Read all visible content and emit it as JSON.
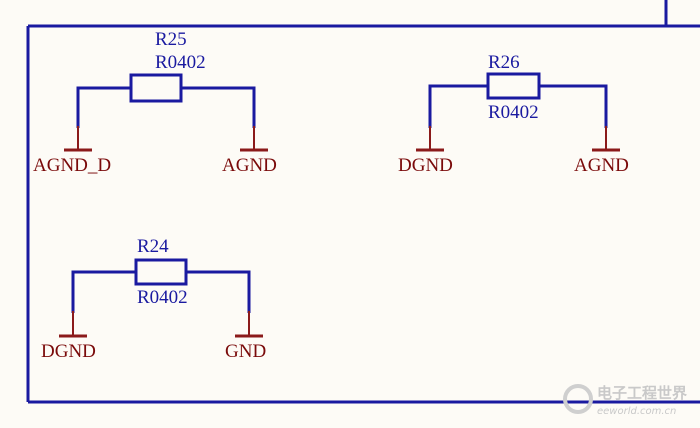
{
  "colors": {
    "background": "#fdfbf6",
    "wire": "#1a1aa0",
    "net_label": "#7a0a0a",
    "ground_symbol": "#8b1a1a"
  },
  "resistors": [
    {
      "ref": "R25",
      "value": "R0402",
      "left_net": "AGND_D",
      "right_net": "AGND"
    },
    {
      "ref": "R26",
      "value": "R0402",
      "left_net": "DGND",
      "right_net": "AGND"
    },
    {
      "ref": "R24",
      "value": "R0402",
      "left_net": "DGND",
      "right_net": "GND"
    }
  ],
  "watermark": {
    "chinese": "电子工程世界",
    "english": "eeworld.com.cn"
  }
}
